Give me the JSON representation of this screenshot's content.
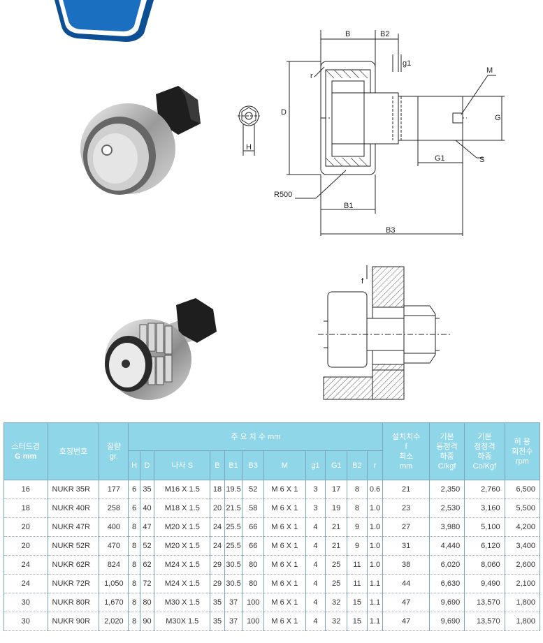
{
  "diagram": {
    "labels": {
      "B": "B",
      "B2": "B2",
      "g1": "g1",
      "M": "M",
      "r": "r",
      "D": "D",
      "G": "G",
      "H": "H",
      "G1": "G1",
      "S": "S",
      "R500": "R500",
      "B1": "B1",
      "B3": "B3",
      "f": "f"
    }
  },
  "table": {
    "headers": {
      "stud_dia": [
        "스터드경",
        "G mm"
      ],
      "model": "호칭번호",
      "weight": [
        "질량",
        "gr."
      ],
      "main_dims": "주 요 치 수 mm",
      "install": [
        "설치치수",
        "f",
        "최소",
        "mm"
      ],
      "dynamic": [
        "기본",
        "동정격",
        "하중",
        "C/kgf"
      ],
      "static": [
        "기본",
        "정정격",
        "하중",
        "Co/Kgf"
      ],
      "speed": [
        "허 용",
        "회전수",
        "rpm"
      ],
      "sub": [
        "H",
        "D",
        "나사 S",
        "B",
        "B1",
        "B3",
        "M",
        "g1",
        "G1",
        "B2",
        "r"
      ]
    },
    "rows": [
      [
        "16",
        "NUKR 35R",
        "177",
        "6",
        "35",
        "M16 X 1.5",
        "18",
        "19.5",
        "52",
        "M 6 X 1",
        "3",
        "17",
        "8",
        "0.6",
        "21",
        "2,350",
        "2,760",
        "6,500"
      ],
      [
        "18",
        "NUKR 40R",
        "258",
        "6",
        "40",
        "M18 X 1.5",
        "20",
        "21.5",
        "58",
        "M 6 X 1",
        "3",
        "19",
        "8",
        "1.0",
        "23",
        "2,530",
        "3,160",
        "5,500"
      ],
      [
        "20",
        "NUKR 47R",
        "400",
        "8",
        "47",
        "M20 X 1.5",
        "24",
        "25.5",
        "66",
        "M 6 X 1",
        "4",
        "21",
        "9",
        "1.0",
        "27",
        "3,980",
        "5,100",
        "4,200"
      ],
      [
        "20",
        "NUKR 52R",
        "470",
        "8",
        "52",
        "M20 X 1.5",
        "24",
        "25.5",
        "66",
        "M 6 X 1",
        "4",
        "21",
        "9",
        "1.0",
        "31",
        "4,440",
        "6,120",
        "3,400"
      ],
      [
        "24",
        "NUKR 62R",
        "824",
        "8",
        "62",
        "M24 X 1.5",
        "29",
        "30.5",
        "80",
        "M 6 X 1",
        "4",
        "25",
        "11",
        "1.0",
        "38",
        "6,020",
        "8,060",
        "2,600"
      ],
      [
        "24",
        "NUKR 72R",
        "1,050",
        "8",
        "72",
        "M24 X 1.5",
        "29",
        "30.5",
        "80",
        "M 6 X 1",
        "4",
        "25",
        "11",
        "1.1",
        "44",
        "6,630",
        "9,490",
        "2,100"
      ],
      [
        "30",
        "NUKR 80R",
        "1,670",
        "8",
        "80",
        "M30 X 1.5",
        "35",
        "37",
        "100",
        "M 6 X 1",
        "4",
        "32",
        "15",
        "1.1",
        "47",
        "9,690",
        "13,570",
        "1,800"
      ],
      [
        "30",
        "NUKR 90R",
        "2,020",
        "8",
        "90",
        "M30X 1.5",
        "35",
        "37",
        "100",
        "M 6 X 1",
        "4",
        "32",
        "15",
        "1.1",
        "47",
        "9,690",
        "13,570",
        "1,800"
      ]
    ]
  },
  "colors": {
    "header_bg": "#8fd6e8",
    "logo_blue": "#1b6fc0",
    "border": "#7aa6c2"
  }
}
